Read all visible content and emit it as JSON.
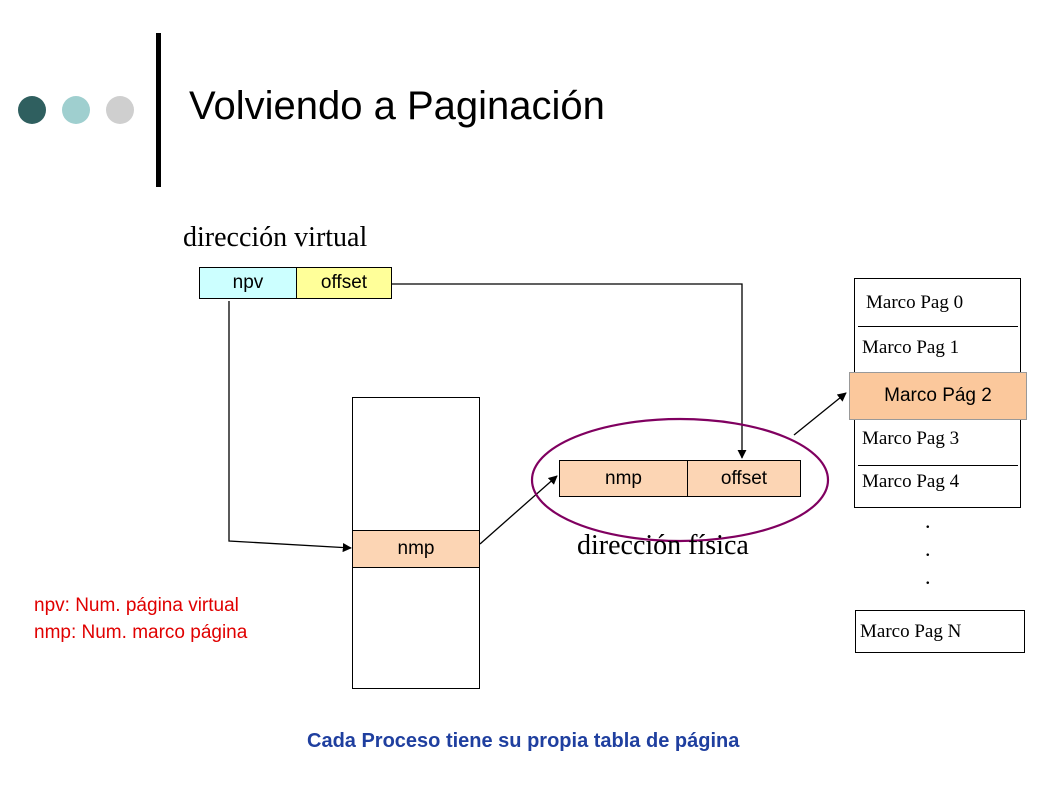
{
  "slide": {
    "title": "Volviendo a Paginación",
    "dot_colors": [
      "#2f5f5f",
      "#9fcfcf",
      "#cfcfcf"
    ]
  },
  "virtual_address": {
    "label": "dirección virtual",
    "npv": "npv",
    "offset": "offset"
  },
  "page_table": {
    "entry": "nmp"
  },
  "physical_address": {
    "label": "dirección física",
    "nmp": "nmp",
    "offset": "offset"
  },
  "memory": {
    "frames": [
      "Marco Pag 0",
      "Marco Pag 1",
      "Marco Pág 2",
      "Marco Pag 3",
      "Marco Pag 4"
    ],
    "dots": [
      ".",
      ".",
      "."
    ],
    "last_frame": "Marco Pag N"
  },
  "legend": {
    "line1": "npv: Num. página virtual",
    "line2": "nmp: Num. marco página"
  },
  "footer": "Cada Proceso tiene su propia tabla de página",
  "colors": {
    "npv_fill": "#ccffff",
    "offset_fill": "#ffff99",
    "nmp_fill": "#fcd5b4",
    "highlight_fill": "#fbc89c",
    "ellipse_stroke": "#800060",
    "legend_text": "#e00000",
    "footer_text": "#1f3f9f"
  }
}
